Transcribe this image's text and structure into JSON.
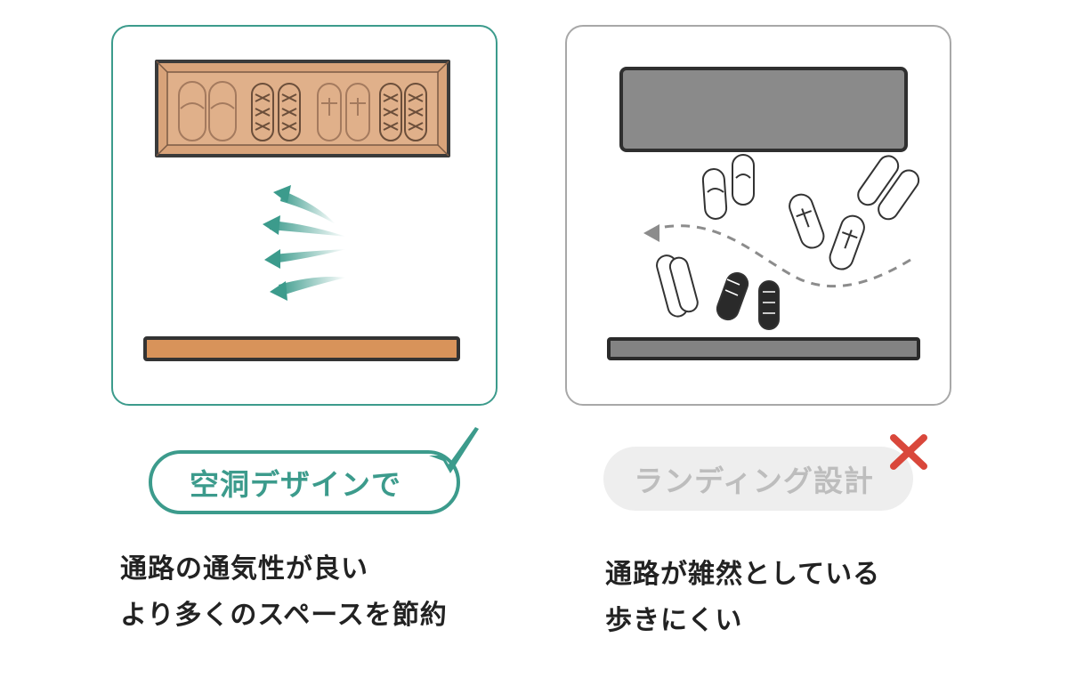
{
  "good_option": {
    "label": "空洞デザインで",
    "benefits": [
      "通路の通気性が良い",
      "より多くのスペースを節約"
    ],
    "accent_color": "#3c9b8c",
    "icons": [
      "shoe-rack-icon",
      "airflow-arrows-icon",
      "check-icon"
    ]
  },
  "bad_option": {
    "label": "ランディング設計",
    "drawbacks": [
      "通路が雑然としている",
      "歩きにくい"
    ],
    "accent_color": "#d9473b",
    "icons": [
      "closed-cabinet-icon",
      "scattered-shoes-icon",
      "walking-path-icon",
      "cross-icon"
    ]
  }
}
